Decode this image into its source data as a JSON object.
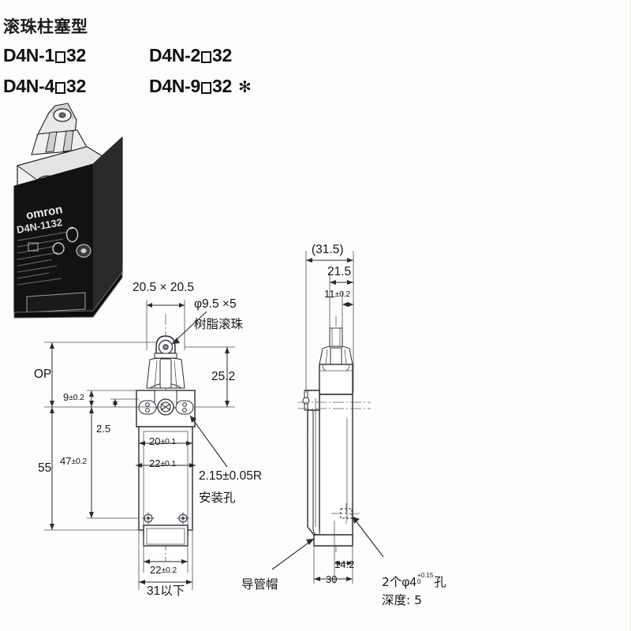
{
  "page": {
    "background": "#fdfdfb",
    "ink": "#15151f"
  },
  "header": {
    "category_cn": "滚珠柱塞型",
    "models": [
      {
        "prefix": "D4N-1",
        "suffix": "32",
        "note": ""
      },
      {
        "prefix": "D4N-2",
        "suffix": "32",
        "note": ""
      },
      {
        "prefix": "D4N-4",
        "suffix": "32",
        "note": ""
      },
      {
        "prefix": "D4N-9",
        "suffix": "32",
        "note": "✻"
      }
    ]
  },
  "photo": {
    "name": "omron-limit-switch-photo",
    "brand": "omron",
    "model_label": "D4N-1132"
  },
  "front_view": {
    "name": "front-view",
    "dims": {
      "top_width": "20.5 × 20.5",
      "ball_dia": "φ9.5 ×5",
      "ball_material_cn": "树脂滚珠",
      "height_25_2": "25.2",
      "op": "OP",
      "d9": "9",
      "d9_tol": "±0.2",
      "d2_5": "2.5",
      "d47": "47",
      "d47_tol": "±0.2",
      "d55": "55",
      "d20": "20",
      "d20_tol": "±0.1",
      "d22a": "22",
      "d22a_tol": "±0.1",
      "mount_radius": "2.15±0.05R",
      "mount_hole_cn": "安装孔",
      "d22b": "22",
      "d22b_tol": "±0.2",
      "d31": "31以下"
    }
  },
  "side_view": {
    "name": "side-view",
    "dims": {
      "overall": "(31.5)",
      "d21_5": "21.5",
      "d11": "11",
      "d11_tol": "±0.2",
      "d14_2": "14.2",
      "d30": "30",
      "conduit_cap_cn": "导管帽",
      "hole_count_cn": "2个",
      "hole_dia": "φ4",
      "hole_tol_up": "+0.15",
      "hole_tol_dn": "0",
      "hole_word_cn": "孔",
      "depth_cn": "深度: 5"
    }
  }
}
